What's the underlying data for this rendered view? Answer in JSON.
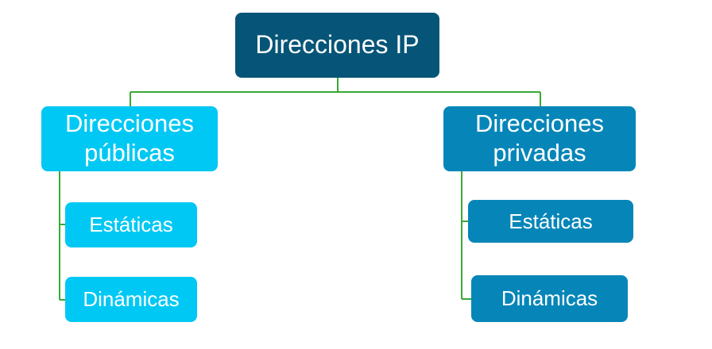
{
  "colors": {
    "root_fill": "#065578",
    "public_fill": "#00c8f4",
    "private_fill": "#0686b8",
    "connector": "#3aa835",
    "text": "#ffffff"
  },
  "root": {
    "label": "Direcciones IP"
  },
  "public": {
    "label": "Direcciones\npúblicas",
    "children": [
      {
        "label": "Estáticas"
      },
      {
        "label": "Dinámicas"
      }
    ]
  },
  "private": {
    "label": "Direcciones\nprivadas",
    "children": [
      {
        "label": "Estáticas"
      },
      {
        "label": "Dinámicas"
      }
    ]
  }
}
